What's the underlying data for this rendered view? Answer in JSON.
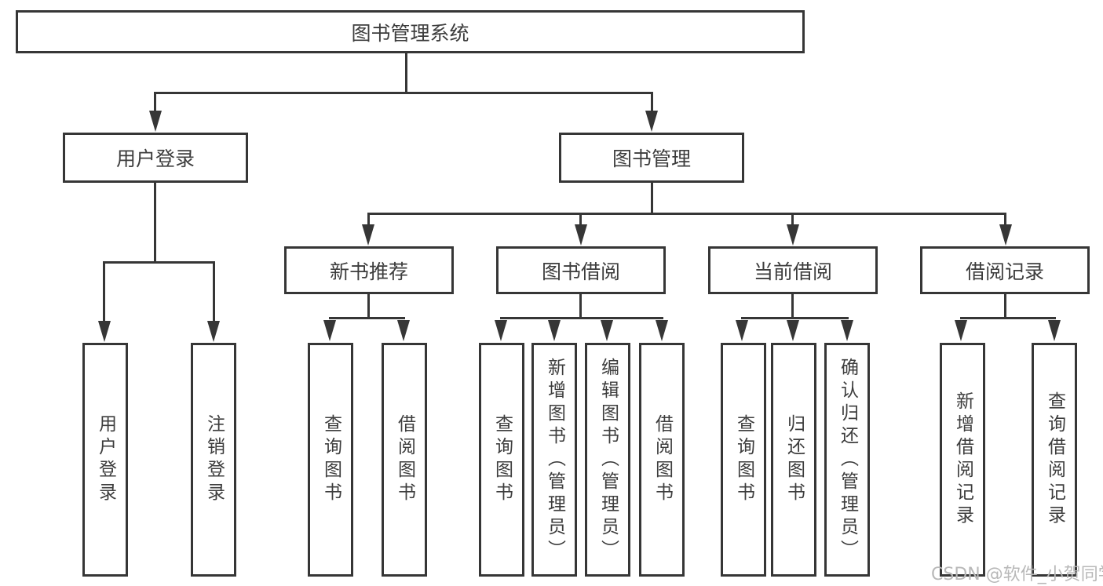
{
  "diagram": {
    "title": "图书管理系统",
    "root": {
      "label": "图书管理系统"
    },
    "level2": [
      {
        "id": "user-login",
        "label": "用户登录"
      },
      {
        "id": "book-management",
        "label": "图书管理"
      }
    ],
    "level3": [
      {
        "id": "new-book-recommend",
        "label": "新书推荐",
        "parent": "book-management"
      },
      {
        "id": "book-borrowing",
        "label": "图书借阅",
        "parent": "book-management"
      },
      {
        "id": "current-borrowing",
        "label": "当前借阅",
        "parent": "book-management"
      },
      {
        "id": "borrowing-records",
        "label": "借阅记录",
        "parent": "book-management"
      }
    ],
    "leaves": [
      {
        "label": "用户登录",
        "parent": "user-login"
      },
      {
        "label": "注销登录",
        "parent": "user-login"
      },
      {
        "label": "查询图书",
        "parent": "new-book-recommend"
      },
      {
        "label": "借阅图书",
        "parent": "new-book-recommend"
      },
      {
        "label": "查询图书",
        "parent": "book-borrowing"
      },
      {
        "label": "新增图书（管理员）",
        "parent": "book-borrowing"
      },
      {
        "label": "编辑图书（管理员）",
        "parent": "book-borrowing"
      },
      {
        "label": "借阅图书",
        "parent": "book-borrowing"
      },
      {
        "label": "查询图书",
        "parent": "current-borrowing"
      },
      {
        "label": "归还图书",
        "parent": "current-borrowing"
      },
      {
        "label": "确认归还（管理员）",
        "parent": "current-borrowing"
      },
      {
        "label": "新增借阅记录",
        "parent": "borrowing-records"
      },
      {
        "label": "查询借阅记录",
        "parent": "borrowing-records"
      }
    ]
  },
  "watermark": "CSDN @软件_小贺同学",
  "colors": {
    "line": "#363636",
    "text": "#3d3d3d",
    "background": "#ffffff",
    "watermark": "#b8b8b8"
  }
}
